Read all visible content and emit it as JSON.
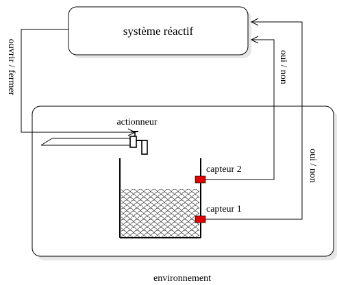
{
  "reactive_system": {
    "label": "système réactif"
  },
  "actuator": {
    "label": "actionneur"
  },
  "sensor_2": {
    "label": "capteur 2"
  },
  "sensor_1": {
    "label": "capteur 1"
  },
  "signal_left": {
    "label": "ouvrir / fermer"
  },
  "signal_sensor_2": {
    "label": "oui / non"
  },
  "signal_sensor_1": {
    "label": "oui / non"
  },
  "environment": {
    "label": "environnement"
  },
  "colors": {
    "sensor": "#e00000",
    "stroke": "#000000",
    "shadow": "#e6e6e6"
  }
}
